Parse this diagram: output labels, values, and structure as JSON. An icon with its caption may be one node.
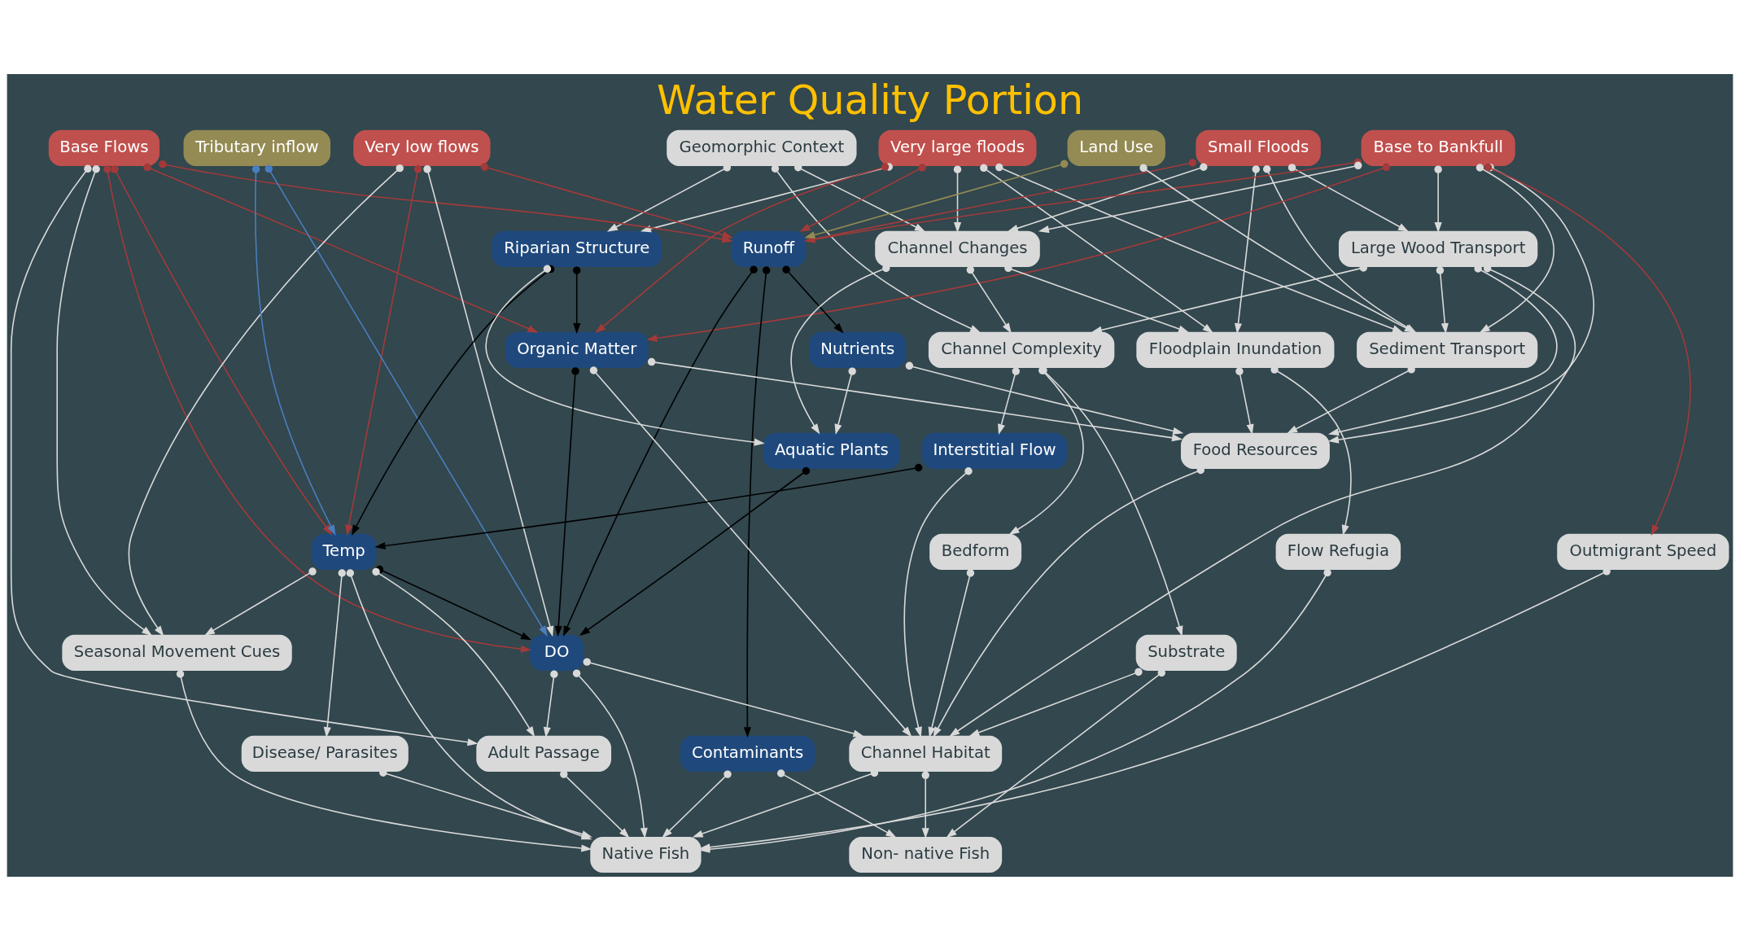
{
  "diagram": {
    "title": "Water Quality Portion",
    "nodes": [
      {
        "text": [
          "Geomorphic Context"
        ]
      },
      {
        "text": [
          "Very large floods"
        ]
      },
      {
        "text": [
          "Small Floods"
        ]
      },
      {
        "text": [
          "Base to Bankfull"
        ]
      },
      {
        "text": [
          "Base Flows"
        ]
      },
      {
        "text": [
          "Very low flows"
        ]
      },
      {
        "text": [
          "Land Use"
        ]
      },
      {
        "text": [
          "Tributary inflow"
        ]
      },
      {
        "text": [
          "Runoff"
        ]
      },
      {
        "text": [
          "Riparian Structure"
        ]
      },
      {
        "text": [
          "Channel Changes"
        ]
      },
      {
        "text": [
          "Sediment Transport"
        ]
      },
      {
        "text": [
          "Large Wood Transport"
        ]
      },
      {
        "text": [
          "Organic Matter"
        ]
      },
      {
        "text": [
          "Seasonal Movement Cues"
        ]
      },
      {
        "text": [
          "DO"
        ]
      },
      {
        "text": [
          "Contaminants"
        ]
      },
      {
        "text": [
          "Temp"
        ]
      },
      {
        "text": [
          "Aquatic Plants"
        ]
      },
      {
        "text": [
          "Nutrients"
        ]
      },
      {
        "text": [
          "Channel Complexity"
        ]
      },
      {
        "text": [
          "Food Resources"
        ]
      },
      {
        "text": [
          "Outmigrant Speed"
        ]
      },
      {
        "text": [
          "Floodplain Inundation"
        ]
      },
      {
        "text": [
          "Bedform"
        ]
      },
      {
        "text": [
          "Substrate"
        ]
      },
      {
        "text": [
          "Interstitial Flow"
        ]
      },
      {
        "text": [
          "Flow Refugia"
        ]
      },
      {
        "text": [
          "Adult Passage"
        ]
      },
      {
        "text": [
          "Disease/ Parasites"
        ]
      },
      {
        "text": [
          "Channel Habitat"
        ]
      },
      {
        "text": [
          "Non- native Fish"
        ]
      },
      {
        "text": [
          "Native Fish"
        ]
      }
    ],
    "edges": [
      {
        "from": 0,
        "to": 9,
        "arrow": "to"
      },
      {
        "from": 0,
        "to": 10,
        "arrow": "to"
      },
      {
        "from": 0,
        "to": 20,
        "arrow": "to"
      },
      {
        "from": 1,
        "to": 9,
        "arrow": "to"
      },
      {
        "from": 1,
        "to": 10,
        "arrow": "to"
      },
      {
        "from": 1,
        "to": 11,
        "arrow": "to"
      },
      {
        "from": 1,
        "to": 23,
        "arrow": "to"
      },
      {
        "from": 1,
        "to": 13,
        "arrow": "to",
        "color": "#a33a3a"
      },
      {
        "from": 1,
        "to": 8,
        "arrow": "to",
        "color": "#a33a3a"
      },
      {
        "from": 2,
        "to": 10,
        "arrow": "to"
      },
      {
        "from": 2,
        "to": 11,
        "arrow": "to"
      },
      {
        "from": 2,
        "to": 12,
        "arrow": "to"
      },
      {
        "from": 2,
        "to": 23,
        "arrow": "to"
      },
      {
        "from": 2,
        "to": 8,
        "arrow": "to",
        "color": "#a33a3a"
      },
      {
        "from": 3,
        "to": 10,
        "arrow": "to"
      },
      {
        "from": 3,
        "to": 11,
        "arrow": "to"
      },
      {
        "from": 3,
        "to": 12,
        "arrow": "to"
      },
      {
        "from": 3,
        "to": 21,
        "arrow": "to"
      },
      {
        "from": 3,
        "to": 13,
        "arrow": "to",
        "color": "#a33a3a"
      },
      {
        "from": 3,
        "to": 8,
        "arrow": "to",
        "color": "#a33a3a"
      },
      {
        "from": 3,
        "to": 22,
        "arrow": "to",
        "color": "#a33a3a"
      },
      {
        "from": 4,
        "to": 13,
        "arrow": "to",
        "color": "#a33a3a"
      },
      {
        "from": 4,
        "to": 17,
        "arrow": "to",
        "color": "#a33a3a"
      },
      {
        "from": 4,
        "to": 15,
        "arrow": "to",
        "color": "#a33a3a"
      },
      {
        "from": 4,
        "to": 8,
        "arrow": "to",
        "color": "#a33a3a"
      },
      {
        "from": 4,
        "to": 14,
        "arrow": "to"
      },
      {
        "from": 4,
        "to": 28,
        "arrow": "to"
      },
      {
        "from": 5,
        "to": 8,
        "arrow": "to",
        "color": "#a33a3a"
      },
      {
        "from": 5,
        "to": 17,
        "arrow": "to",
        "color": "#a33a3a"
      },
      {
        "from": 5,
        "to": 15,
        "arrow": "to"
      },
      {
        "from": 5,
        "to": 14,
        "arrow": "to"
      },
      {
        "from": 6,
        "to": 8,
        "arrow": "to",
        "color": "#948b54"
      },
      {
        "from": 6,
        "to": 11,
        "arrow": "to"
      },
      {
        "from": 7,
        "to": 17,
        "arrow": "to",
        "color": "#4a7ebf"
      },
      {
        "from": 7,
        "to": 15,
        "arrow": "to",
        "color": "#4a7ebf"
      },
      {
        "from": 8,
        "to": 15,
        "arrow": "to",
        "color": "#000000"
      },
      {
        "from": 8,
        "to": 16,
        "arrow": "to",
        "color": "#000000"
      },
      {
        "from": 8,
        "to": 19,
        "arrow": "to",
        "color": "#000000"
      },
      {
        "from": 9,
        "to": 13,
        "arrow": "to",
        "color": "#000000"
      },
      {
        "from": 9,
        "to": 17,
        "arrow": "to",
        "color": "#000000"
      },
      {
        "from": 9,
        "to": 18,
        "arrow": "to"
      },
      {
        "from": 18,
        "to": 15,
        "arrow": "to",
        "color": "#000000"
      },
      {
        "from": 13,
        "to": 15,
        "arrow": "to",
        "color": "#000000"
      },
      {
        "from": 17,
        "to": 15,
        "arrow": "to",
        "color": "#000000"
      },
      {
        "from": 26,
        "to": 17,
        "arrow": "to",
        "color": "#000000"
      },
      {
        "from": 10,
        "to": 18,
        "arrow": "to"
      },
      {
        "from": 10,
        "to": 20,
        "arrow": "to"
      },
      {
        "from": 10,
        "to": 23,
        "arrow": "to"
      },
      {
        "from": 11,
        "to": 21,
        "arrow": "to"
      },
      {
        "from": 12,
        "to": 11,
        "arrow": "to"
      },
      {
        "from": 12,
        "to": 21,
        "arrow": "to"
      },
      {
        "from": 12,
        "to": 20,
        "arrow": "to"
      },
      {
        "from": 12,
        "to": 30,
        "arrow": "to"
      },
      {
        "from": 13,
        "to": 21,
        "arrow": "to"
      },
      {
        "from": 13,
        "to": 30,
        "arrow": "to"
      },
      {
        "from": 14,
        "to": 32,
        "arrow": "to"
      },
      {
        "from": 15,
        "to": 28,
        "arrow": "to"
      },
      {
        "from": 15,
        "to": 32,
        "arrow": "to"
      },
      {
        "from": 15,
        "to": 30,
        "arrow": "to"
      },
      {
        "from": 16,
        "to": 32,
        "arrow": "to"
      },
      {
        "from": 16,
        "to": 31,
        "arrow": "to"
      },
      {
        "from": 17,
        "to": 14,
        "arrow": "to"
      },
      {
        "from": 17,
        "to": 28,
        "arrow": "to"
      },
      {
        "from": 17,
        "to": 29,
        "arrow": "to"
      },
      {
        "from": 17,
        "to": 32,
        "arrow": "to"
      },
      {
        "from": 19,
        "to": 18,
        "arrow": "to"
      },
      {
        "from": 19,
        "to": 21,
        "arrow": "to"
      },
      {
        "from": 20,
        "to": 24,
        "arrow": "to"
      },
      {
        "from": 20,
        "to": 25,
        "arrow": "to"
      },
      {
        "from": 20,
        "to": 26,
        "arrow": "to"
      },
      {
        "from": 21,
        "to": 30,
        "arrow": "to"
      },
      {
        "from": 22,
        "to": 32,
        "arrow": "to"
      },
      {
        "from": 23,
        "to": 27,
        "arrow": "to"
      },
      {
        "from": 23,
        "to": 21,
        "arrow": "to"
      },
      {
        "from": 24,
        "to": 30,
        "arrow": "to"
      },
      {
        "from": 25,
        "to": 30,
        "arrow": "to"
      },
      {
        "from": 25,
        "to": 31,
        "arrow": "to"
      },
      {
        "from": 26,
        "to": 30,
        "arrow": "to"
      },
      {
        "from": 27,
        "to": 32,
        "arrow": "to"
      },
      {
        "from": 28,
        "to": 32,
        "arrow": "to"
      },
      {
        "from": 29,
        "to": 32,
        "arrow": "to"
      },
      {
        "from": 30,
        "to": 31,
        "arrow": "to"
      },
      {
        "from": 30,
        "to": 32,
        "arrow": "to"
      }
    ]
  }
}
